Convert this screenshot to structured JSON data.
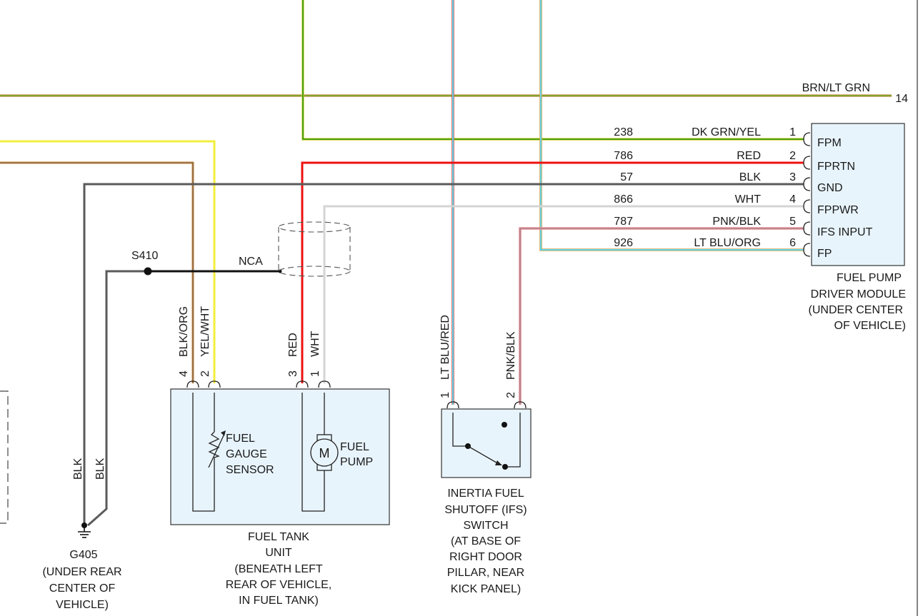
{
  "colors": {
    "brn_lt_grn": "#6aa413",
    "dk_grn_yel": "#3c9a14",
    "red": "#ee1111",
    "blk": "#5a5a5a",
    "wht": "#d4d4d4",
    "pnk_blk": "#e8909a",
    "lt_blu": "#5fd5e6",
    "org": "#c8843a",
    "yel": "#f2ee3c",
    "box_fill": "#e8f4fc"
  },
  "top_wire": {
    "color": "BRN/LT GRN",
    "pin": "14"
  },
  "fuel_pump_driver_module": {
    "title": [
      "FUEL PUMP",
      "DRIVER MODULE",
      "(UNDER CENTER",
      "OF VEHICLE)"
    ],
    "pins": [
      {
        "circuit": "238",
        "color": "DK GRN/YEL",
        "pin": "1",
        "name": "FPM"
      },
      {
        "circuit": "786",
        "color": "RED",
        "pin": "2",
        "name": "FPRTN"
      },
      {
        "circuit": "57",
        "color": "BLK",
        "pin": "3",
        "name": "GND"
      },
      {
        "circuit": "866",
        "color": "WHT",
        "pin": "4",
        "name": "FPPWR"
      },
      {
        "circuit": "787",
        "color": "PNK/BLK",
        "pin": "5",
        "name": "IFS INPUT"
      },
      {
        "circuit": "926",
        "color": "LT BLU/ORG",
        "pin": "6",
        "name": "FP"
      }
    ]
  },
  "splice": {
    "label": "S410",
    "nca": "NCA"
  },
  "fuel_tank_unit": {
    "wires": [
      {
        "pin": "4",
        "color": "BLK/ORG"
      },
      {
        "pin": "2",
        "color": "YEL/WHT"
      },
      {
        "pin": "3",
        "color": "RED"
      },
      {
        "pin": "1",
        "color": "WHT"
      }
    ],
    "sensor_label": [
      "FUEL",
      "GAUGE",
      "SENSOR"
    ],
    "motor_symbol": "M",
    "pump_label": [
      "FUEL",
      "PUMP"
    ],
    "title": [
      "FUEL TANK",
      "UNIT",
      "(BENEATH LEFT",
      "REAR OF VEHICLE,",
      "IN FUEL TANK)"
    ]
  },
  "ifs_switch": {
    "wires": [
      {
        "pin": "1",
        "color": "LT BLU/RED"
      },
      {
        "pin": "2",
        "color": "PNK/BLK"
      }
    ],
    "title": [
      "INERTIA FUEL",
      "SHUTOFF (IFS)",
      "SWITCH",
      "(AT BASE OF",
      "RIGHT DOOR",
      "PILLAR, NEAR",
      "KICK PANEL)"
    ]
  },
  "ground": {
    "wire_labels": [
      "BLK",
      "BLK"
    ],
    "title": [
      "G405",
      "(UNDER REAR",
      "CENTER OF",
      "VEHICLE)"
    ]
  }
}
